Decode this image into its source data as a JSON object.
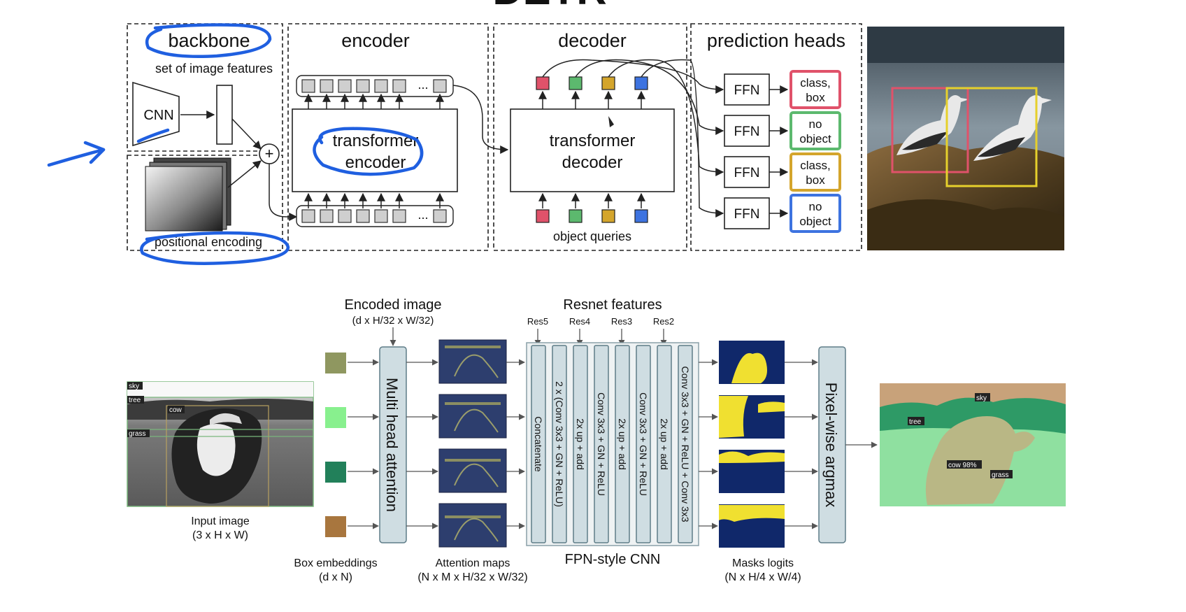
{
  "detr": {
    "title_partial": "DETR",
    "backbone": {
      "title": "backbone",
      "subtitle": "set of image features",
      "cnn_label": "CNN",
      "positional_label": "positional encoding"
    },
    "encoder": {
      "title": "encoder",
      "block_label_line1": "transformer",
      "block_label_line2": "encoder",
      "ellipsis": "..."
    },
    "decoder": {
      "title": "decoder",
      "block_label_line1": "transformer",
      "block_label_line2": "decoder",
      "queries_label": "object queries"
    },
    "heads": {
      "title": "prediction heads",
      "ffn_label": "FFN",
      "outputs": [
        {
          "line1": "class,",
          "line2": "box",
          "color": "#e0526a"
        },
        {
          "line1": "no",
          "line2": "object",
          "color": "#5cb96e"
        },
        {
          "line1": "class,",
          "line2": "box",
          "color": "#d4a52c"
        },
        {
          "line1": "no",
          "line2": "object",
          "color": "#3d73e0"
        }
      ]
    },
    "query_colors": [
      "#e0526a",
      "#5cb96e",
      "#d4a52c",
      "#3d73e0"
    ]
  },
  "panoptic": {
    "input": {
      "title": "Input image",
      "dims": "(3 x H x W)",
      "labels": [
        "sky",
        "tree",
        "cow",
        "grass"
      ]
    },
    "box_embeddings": {
      "title": "Box embeddings",
      "dims": "(d x N)",
      "colors": [
        "#8f9760",
        "#88f08e",
        "#22805a",
        "#a8763e"
      ]
    },
    "encoded_image": {
      "title": "Encoded image",
      "dims": "(d x H/32 x W/32)"
    },
    "mha_label": "Multi head attention",
    "attention_maps": {
      "title": "Attention maps",
      "dims": "(N x M x H/32 x W/32)"
    },
    "resnet": {
      "title": "Resnet features",
      "levels": [
        "Res5",
        "Res4",
        "Res3",
        "Res2"
      ]
    },
    "fpn": {
      "title": "FPN-style CNN",
      "ops": [
        "Concatenate",
        "2 x (Conv 3x3 + GN + ReLU)",
        "2x up + add",
        "Conv 3x3 + GN + ReLU",
        "2x up + add",
        "Conv 3x3 + GN + ReLU",
        "2x up + add",
        "Conv 3x3 + GN + ReLU + Conv 3x3"
      ]
    },
    "masks": {
      "title": "Masks logits",
      "dims": "(N x H/4 x W/4)"
    },
    "argmax_label": "Pixel-wise argmax",
    "output_labels": [
      "sky",
      "tree",
      "cow 98%",
      "grass"
    ]
  }
}
